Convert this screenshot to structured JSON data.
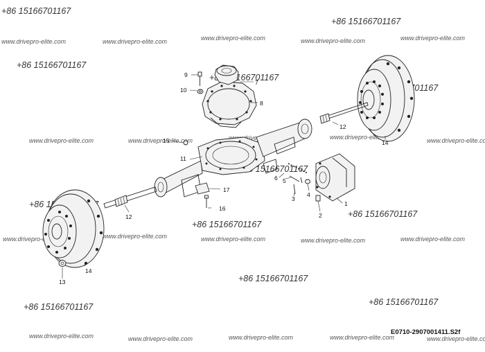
{
  "diagram": {
    "drawing_code": "E0710-2907001411.S2f",
    "callouts": [
      {
        "id": "c1",
        "label": "1"
      },
      {
        "id": "c2",
        "label": "2"
      },
      {
        "id": "c3",
        "label": "3"
      },
      {
        "id": "c4",
        "label": "4"
      },
      {
        "id": "c5",
        "label": "5"
      },
      {
        "id": "c6",
        "label": "6"
      },
      {
        "id": "c7",
        "label": "7"
      },
      {
        "id": "c8",
        "label": "8"
      },
      {
        "id": "c9",
        "label": "9"
      },
      {
        "id": "c10",
        "label": "10"
      },
      {
        "id": "c11",
        "label": "11"
      },
      {
        "id": "c12a",
        "label": "12"
      },
      {
        "id": "c12b",
        "label": "12"
      },
      {
        "id": "c13",
        "label": "13"
      },
      {
        "id": "c14a",
        "label": "14"
      },
      {
        "id": "c14b",
        "label": "14"
      },
      {
        "id": "c15",
        "label": "15"
      },
      {
        "id": "c16",
        "label": "16"
      },
      {
        "id": "c17",
        "label": "17"
      }
    ]
  },
  "watermarks": {
    "phone": "+86 15166701167",
    "url": "www.drivepro-elite.com"
  }
}
